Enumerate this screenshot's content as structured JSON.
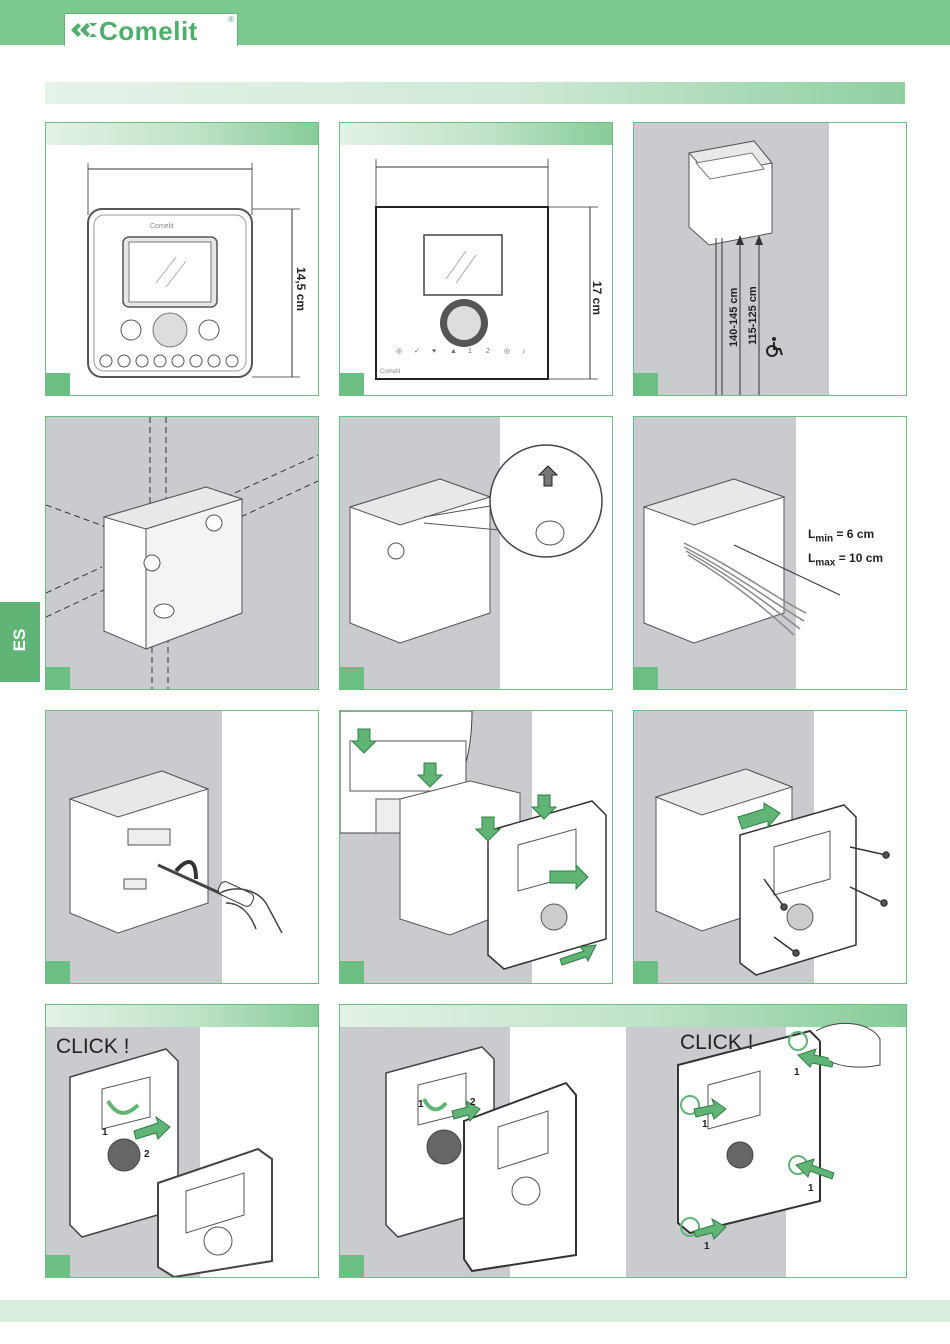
{
  "header": {
    "brand": "Comelit",
    "reg_mark": "®"
  },
  "side_tab": {
    "language": "ES"
  },
  "dimensions": {
    "monitor_height": "14,5 cm",
    "frame_height": "17 cm",
    "height_standard": "140-145 cm",
    "height_accessible": "115-125 cm"
  },
  "cable_lengths": {
    "lmin_letter": "L",
    "lmin_sub": "min",
    "lmin_value": "= 6 cm",
    "lmax_letter": "L",
    "lmax_sub": "max",
    "lmax_value": "= 10 cm"
  },
  "assembly": {
    "click_label": "CLICK !",
    "step_1": "1",
    "step_2": "2"
  },
  "icons": [
    "comelit-logo-icon",
    "wheelchair-icon",
    "arrow-up-icon",
    "screwdriver-icon",
    "hand-icon",
    "screw-icon"
  ],
  "colors": {
    "brand_green": "#7cc88e",
    "panel_border": "#6cbf82",
    "wall_grey": "#c9cbce"
  }
}
